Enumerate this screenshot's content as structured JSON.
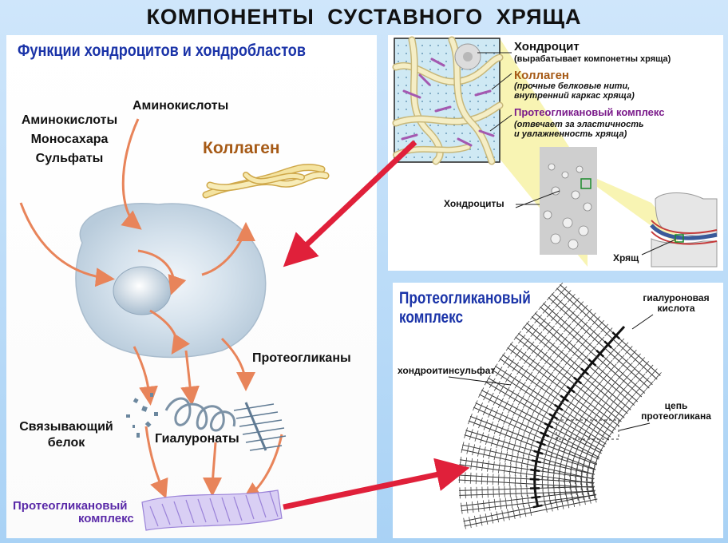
{
  "title": "КОМПОНЕНТЫ  СУСТАВНОГО  ХРЯЩА",
  "left": {
    "heading": "Функции хондроцитов и хондробластов",
    "inputs_left": [
      "Аминокислоты",
      "Моносахара",
      "Сульфаты"
    ],
    "input_top": "Аминокислоты",
    "collagen": "Коллаген",
    "proteoglycans": "Протеогликаны",
    "link_protein": [
      "Связывающий",
      "белок"
    ],
    "hyaluronates": "Гиалуронаты",
    "complex": [
      "Протеогликановый",
      "комплекс"
    ]
  },
  "top_right": {
    "chondrocyte_title": "Хондроцит",
    "chondrocyte_desc": "(вырабатывает компонетны хряща)",
    "collagen_title": "Коллаген",
    "collagen_desc": [
      "(прочные белковые нити,",
      "внутренний каркас хряща)"
    ],
    "pg_title": "Протеогликановый комплекс",
    "pg_desc": [
      "(отвечает за эластичность",
      "и увлажненность хряща)"
    ],
    "chondrocytes": "Хондроциты",
    "cartilage": "Хрящ"
  },
  "bottom_right": {
    "heading": [
      "Протеогликановый",
      "комплекс"
    ],
    "hyaluronic": [
      "гиалуроновая",
      "кислота"
    ],
    "chondroitin": "хондроитинсульфат",
    "chain": [
      "цепь",
      "протеогликана"
    ]
  },
  "colors": {
    "heading_blue": "#1a33a8",
    "collagen_brown": "#a65a16",
    "purple": "#7a1a8a",
    "complex_purple": "#5a2aa8",
    "arrow_red": "#e0203a",
    "arrow_orange": "#e8845a"
  }
}
